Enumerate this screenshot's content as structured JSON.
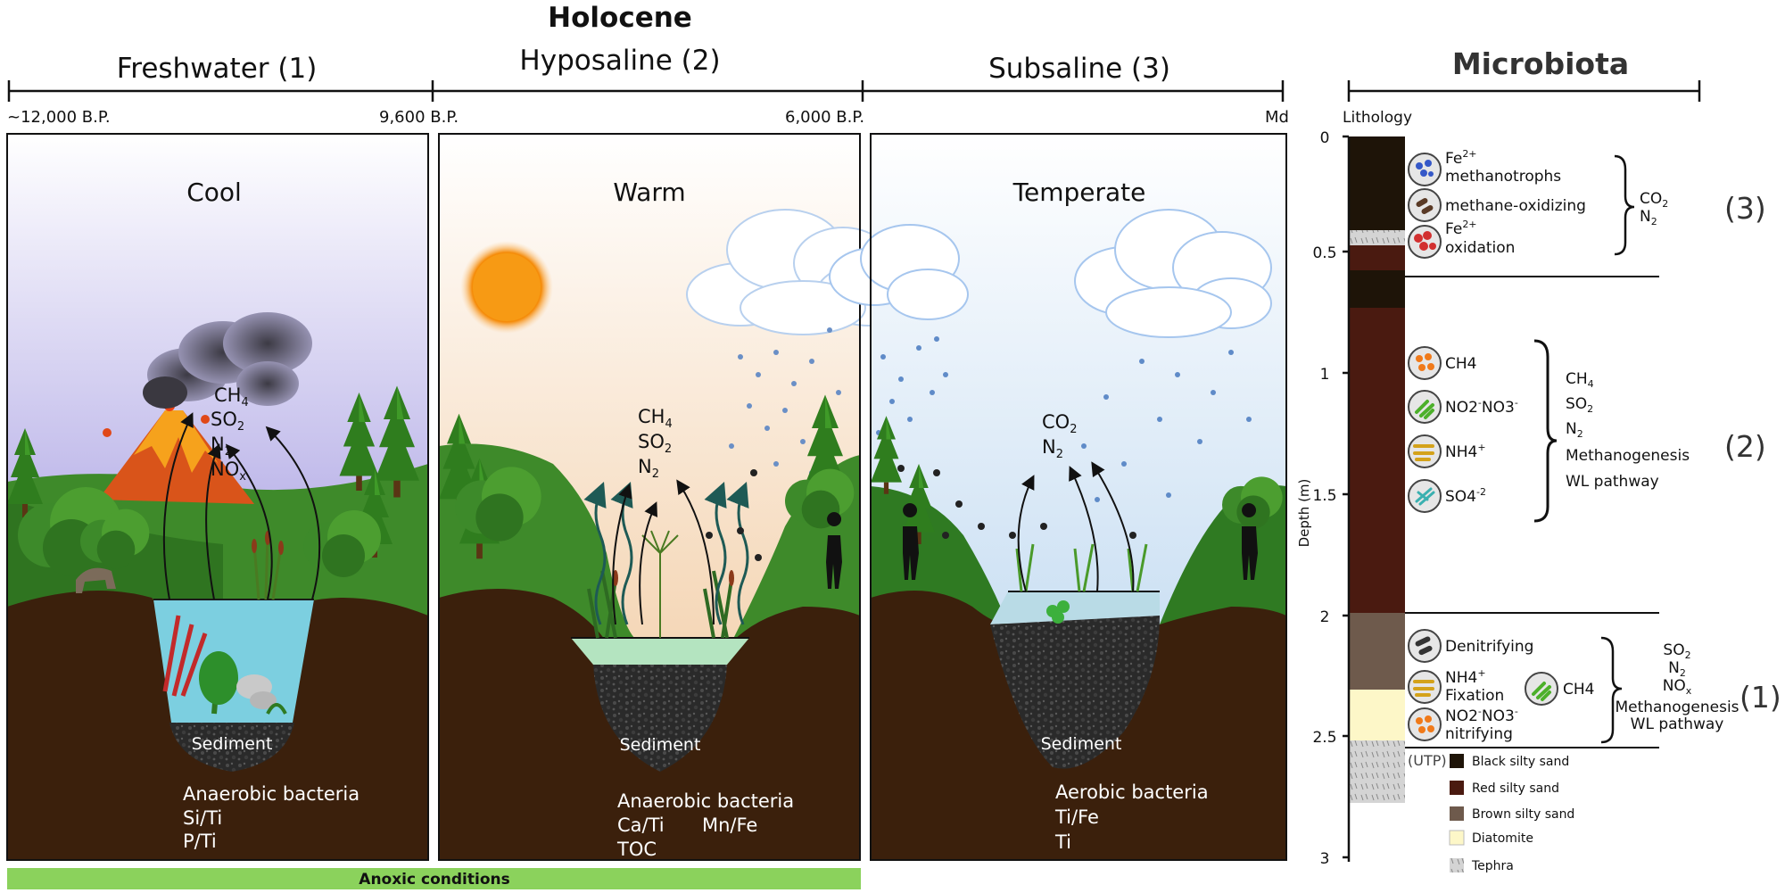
{
  "header": {
    "era": "Holocene",
    "stages": [
      "Freshwater (1)",
      "Hyposaline (2)",
      "Subsaline (3)"
    ],
    "timeline": [
      "~12,000 B.P.",
      "9,600 B.P.",
      "6,000 B.P.",
      "Md"
    ],
    "microbiota_title": "Microbiota"
  },
  "panels": [
    {
      "climate": "Cool",
      "gases": [
        "CH",
        "4",
        "SO",
        "2",
        "N",
        "2",
        "NO",
        "x"
      ],
      "sediment": "Sediment",
      "bacteria": [
        "Anaerobic bacteria",
        "Si/Ti",
        "P/Ti"
      ]
    },
    {
      "climate": "Warm",
      "gases": [
        "CH",
        "4",
        "SO",
        "2",
        "N",
        "2"
      ],
      "sediment": "Sediment",
      "bacteria": [
        "Anaerobic bacteria",
        "Ca/Ti",
        "Mn/Fe",
        "TOC"
      ]
    },
    {
      "climate": "Temperate",
      "gases": [
        "CO",
        "2",
        "N",
        "2"
      ],
      "sediment": "Sediment",
      "bacteria": [
        "Aerobic bacteria",
        "Ti/Fe",
        "Ti"
      ]
    }
  ],
  "anoxic": "Anoxic conditions",
  "column": {
    "lithology_label": "Lithology",
    "axis_label": "Depth (m)",
    "ticks": [
      "0",
      "0.5",
      "1",
      "1.5",
      "2",
      "2.5",
      "3"
    ],
    "utp": "(UTP)",
    "legend": [
      "Black silty sand",
      "Red silty sand",
      "Brown silty sand",
      "Diatomite",
      "Tephra"
    ],
    "legend_colors": [
      "#1e1408",
      "#4a1a10",
      "#6e5a4c",
      "#fdf7c8",
      "#cfcfcf"
    ]
  },
  "zone3": {
    "number": "(3)",
    "items": [
      "Fe",
      "2+",
      "methanotrophs",
      "methane-oxidizing",
      "Fe",
      "2+",
      "oxidation"
    ],
    "gases": [
      "CO",
      "2",
      "N",
      "2"
    ]
  },
  "zone2": {
    "number": "(2)",
    "items": [
      "CH4",
      "NO2",
      "-",
      "NO3",
      "-",
      "NH4",
      "+",
      "SO4",
      "-2"
    ],
    "summary": [
      "CH",
      "4",
      "SO",
      "2",
      "N",
      "2",
      "Methanogenesis",
      "WL pathway"
    ]
  },
  "zone1": {
    "number": "(1)",
    "items": [
      "Denitrifying",
      "NH4",
      "+",
      "Fixation",
      "NO2",
      "-",
      "NO3",
      "-",
      "nitrifying",
      "CH4"
    ],
    "summary": [
      "SO",
      "2",
      "N",
      "2",
      "NO",
      "x",
      "Methanogenesis",
      "WL pathway"
    ]
  }
}
